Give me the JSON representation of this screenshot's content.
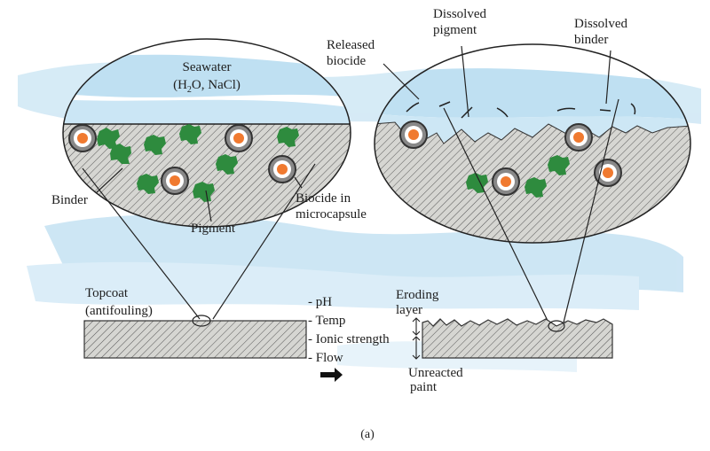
{
  "figure": {
    "caption": "(a)",
    "left_panel": {
      "seawater_label": "Seawater",
      "seawater_formula_prefix": "(H",
      "seawater_formula_sub": "2",
      "seawater_formula_suffix": "O, NaCl)",
      "binder_label": "Binder",
      "pigment_label": "Pigment",
      "biocide_label_line1": "Biocide in",
      "biocide_label_line2": "microcapsule",
      "topcoat_label_line1": "Topcoat",
      "topcoat_label_line2": "(antifouling)"
    },
    "conditions": {
      "items": [
        "- pH",
        "- Temp",
        "- Ionic strength",
        "- Flow"
      ],
      "arrow_icon": "right-arrow-icon"
    },
    "right_panel": {
      "released_biocide_line1": "Released",
      "released_biocide_line2": "biocide",
      "dissolved_pigment_line1": "Dissolved",
      "dissolved_pigment_line2": "pigment",
      "dissolved_binder_line1": "Dissolved",
      "dissolved_binder_line2": "binder",
      "eroding_layer_line1": "Eroding",
      "eroding_layer_line2": "layer",
      "unreacted_paint_line1": "Unreacted",
      "unreacted_paint_line2": "paint"
    },
    "colors": {
      "water": "#bfe0f2",
      "water_light": "#d9eef8",
      "paint_gray": "#c9c9c4",
      "pigment_green": "#2e8b3e",
      "biocide_orange": "#f07a30",
      "capsule_ring": "#5a5a5a",
      "line": "#222222"
    }
  }
}
